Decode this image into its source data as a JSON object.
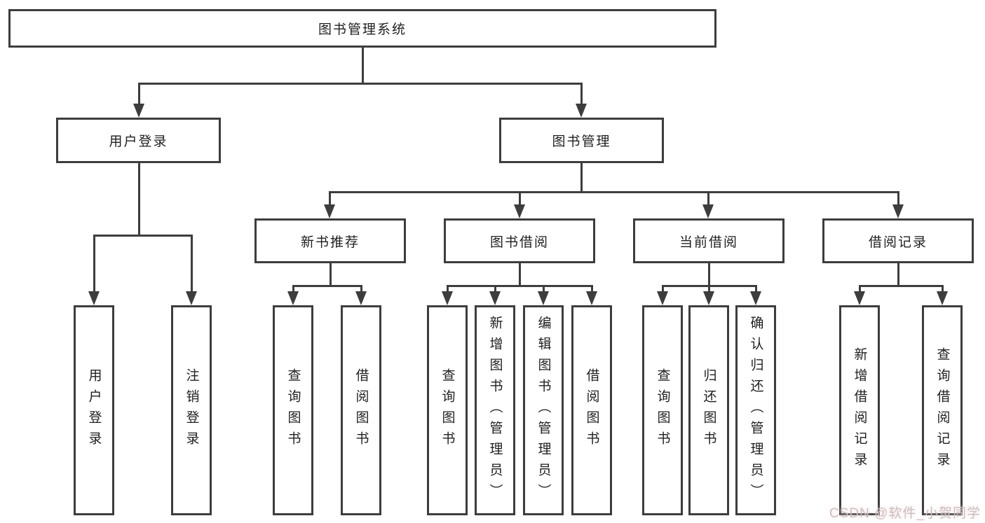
{
  "diagram": {
    "nodes": [
      {
        "id": "root",
        "label": "图书管理系统",
        "parent": null
      },
      {
        "id": "user-login",
        "label": "用户登录",
        "parent": "root"
      },
      {
        "id": "book-management",
        "label": "图书管理",
        "parent": "root"
      },
      {
        "id": "new-book-recommend",
        "label": "新书推荐",
        "parent": "book-management"
      },
      {
        "id": "book-borrow",
        "label": "图书借阅",
        "parent": "book-management"
      },
      {
        "id": "current-borrow",
        "label": "当前借阅",
        "parent": "book-management"
      },
      {
        "id": "borrow-records",
        "label": "借阅记录",
        "parent": "book-management"
      },
      {
        "id": "leaf-user-login",
        "label": "用户登录",
        "parent": "user-login"
      },
      {
        "id": "leaf-logout",
        "label": "注销登录",
        "parent": "user-login"
      },
      {
        "id": "leaf-query-books-1",
        "label": "查询图书",
        "parent": "new-book-recommend"
      },
      {
        "id": "leaf-borrow-books-1",
        "label": "借阅图书",
        "parent": "new-book-recommend"
      },
      {
        "id": "leaf-query-books-2",
        "label": "查询图书",
        "parent": "book-borrow"
      },
      {
        "id": "leaf-add-books",
        "label": "新增图书（管理员）",
        "parent": "book-borrow"
      },
      {
        "id": "leaf-edit-books",
        "label": "编辑图书（管理员）",
        "parent": "book-borrow"
      },
      {
        "id": "leaf-borrow-books-2",
        "label": "借阅图书",
        "parent": "book-borrow"
      },
      {
        "id": "leaf-query-books-3",
        "label": "查询图书",
        "parent": "current-borrow"
      },
      {
        "id": "leaf-return-books",
        "label": "归还图书",
        "parent": "current-borrow"
      },
      {
        "id": "leaf-confirm-return",
        "label": "确认归还（管理员）",
        "parent": "current-borrow"
      },
      {
        "id": "leaf-add-borrow-record",
        "label": "新增借阅记录",
        "parent": "borrow-records"
      },
      {
        "id": "leaf-query-borrow-record",
        "label": "查询借阅记录",
        "parent": "borrow-records"
      }
    ]
  },
  "watermark": {
    "text": "CSDN @软件_小贺同学"
  },
  "colors": {
    "line": "#3d3d3d",
    "text": "#1f1f1f",
    "background": "#ffffff",
    "watermark": "#c9bfc0"
  }
}
